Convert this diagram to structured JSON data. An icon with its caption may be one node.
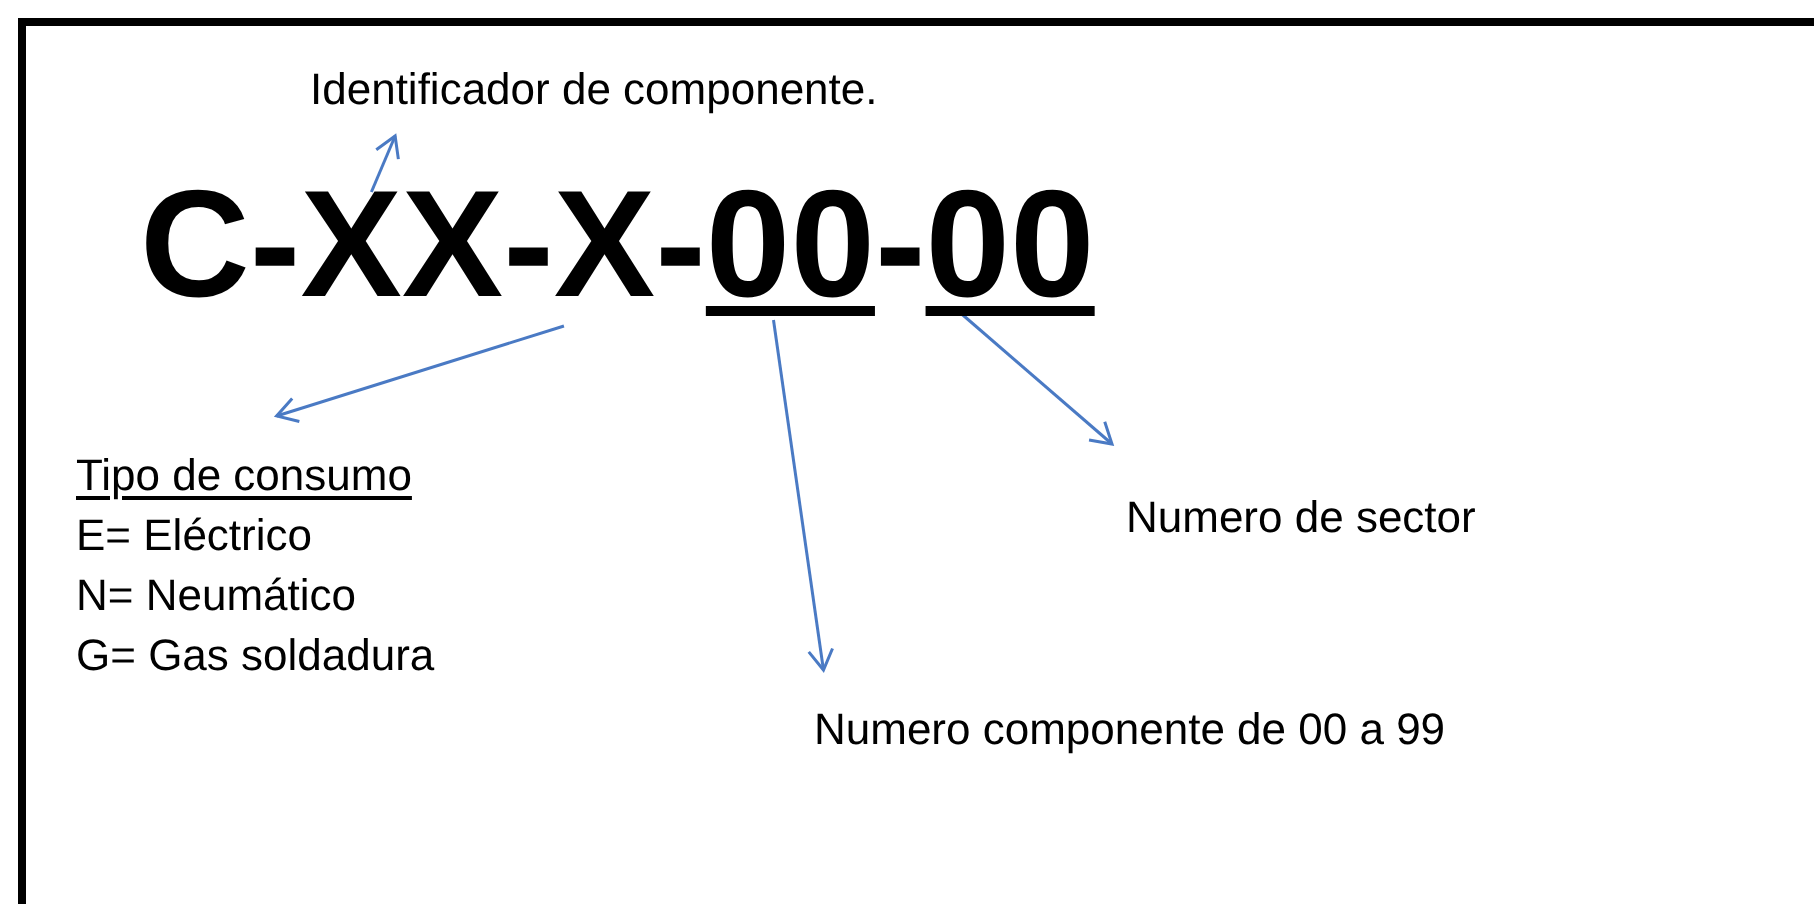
{
  "diagram": {
    "nodes": [
      {
        "text": [
          "Identificador de componente."
        ]
      },
      {
        "text": [
          "XX"
        ]
      },
      {
        "text": [
          "X"
        ]
      },
      {
        "text": [
          "00"
        ]
      },
      {
        "text": [
          "00"
        ]
      },
      {
        "text": [
          "Tipo de consumo",
          "E= Eléctrico",
          "N= Neumático",
          "G= Gas soldadura"
        ]
      },
      {
        "text": [
          "Numero de sector"
        ]
      },
      {
        "text": [
          "Numero componente de 00 a 99"
        ]
      }
    ],
    "edges": [
      {
        "from": 1,
        "to": 0,
        "arrow": "to"
      },
      {
        "from": 2,
        "to": 5,
        "arrow": "to"
      },
      {
        "from": 3,
        "to": 7,
        "arrow": "to"
      },
      {
        "from": 4,
        "to": 6,
        "arrow": "to"
      }
    ],
    "labels": [
      "C",
      "-",
      "-",
      "-",
      "-"
    ]
  }
}
